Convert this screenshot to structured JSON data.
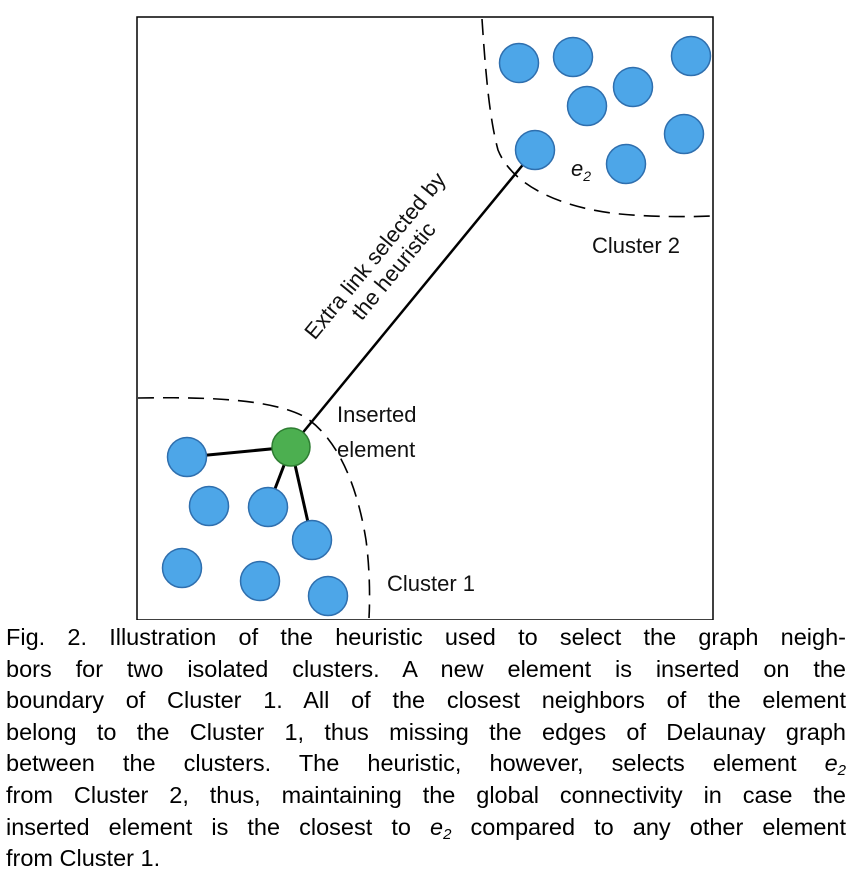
{
  "diagram": {
    "cluster1_label": "Cluster 1",
    "cluster2_label": "Cluster 2",
    "inserted_line1": "Inserted",
    "inserted_line2": "element",
    "e2_base": "e",
    "e2_sub": "2",
    "link_line1": "Extra link selected by",
    "link_line2": "the heuristic",
    "colors": {
      "node": "#4da6e8",
      "node_stroke": "#2f6fae",
      "inserted": "#4caf50",
      "inserted_stroke": "#2e7d32",
      "edge": "#000000",
      "frame": "#000000"
    }
  },
  "caption": {
    "line1": "Fig. 2. Illustration of the heuristic used to select the graph neigh-",
    "line2": "bors for two isolated clusters. A new element is inserted on the",
    "line3": "boundary of Cluster 1. All of the closest neighbors of the element",
    "line4": "belong to the Cluster 1, thus missing the edges of Delaunay graph",
    "line5_a": "between the clusters. The heuristic, however, selects element ",
    "line6": "from Cluster 2, thus, maintaining the global connectivity in case the",
    "line7_a": "inserted element is the closest to ",
    "line7_b": " compared to any other element",
    "line8": "from Cluster 1.",
    "e_base": "e",
    "e_sub": "2"
  }
}
